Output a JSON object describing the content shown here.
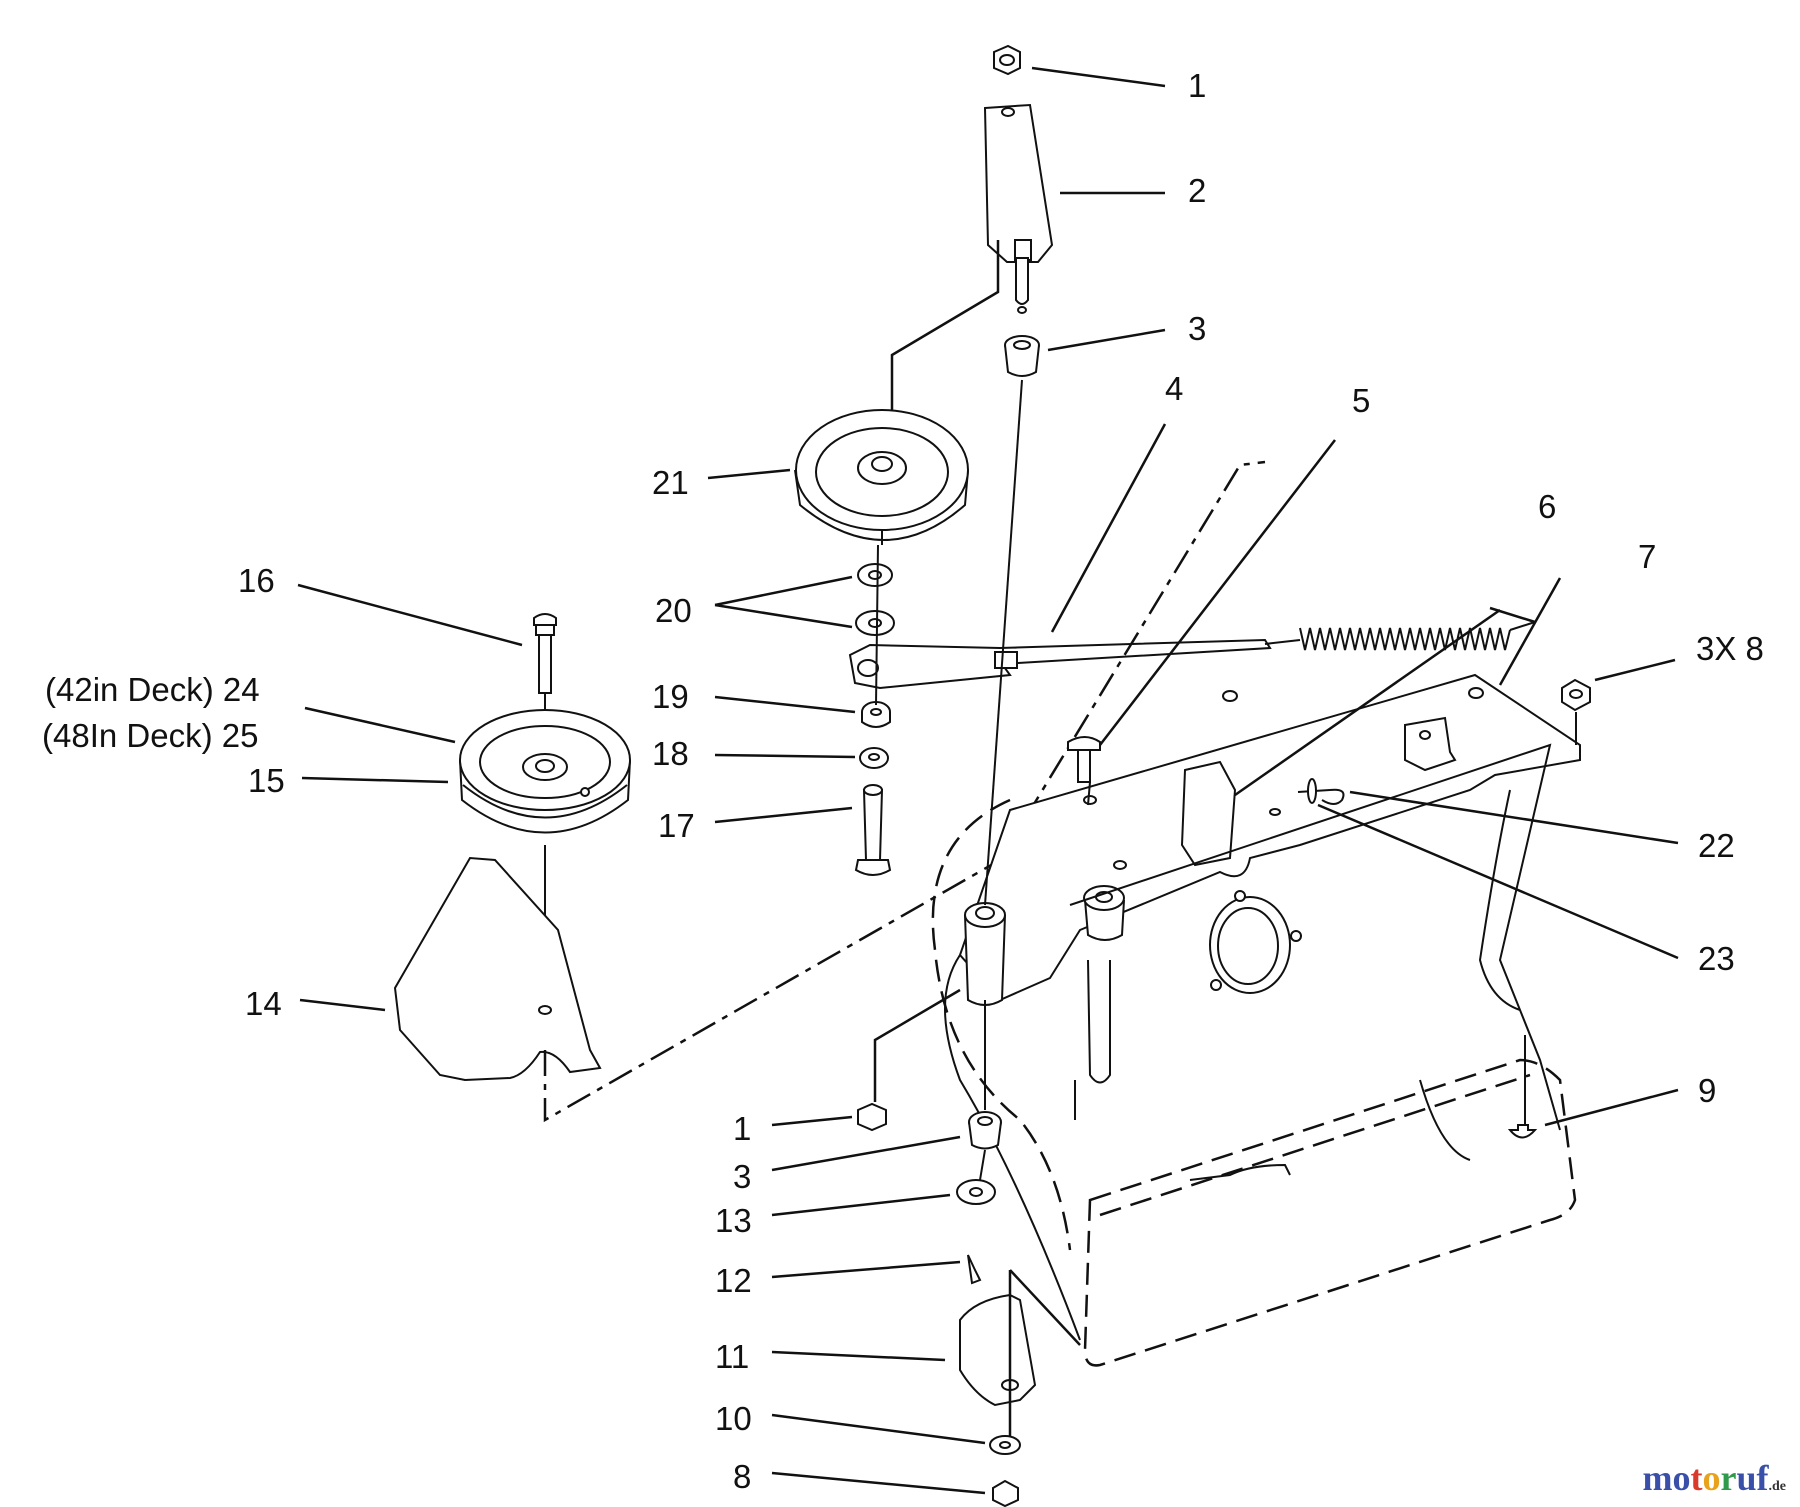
{
  "callouts": [
    {
      "id": "c1a",
      "text": "1"
    },
    {
      "id": "c2",
      "text": "2"
    },
    {
      "id": "c3a",
      "text": "3"
    },
    {
      "id": "c4",
      "text": "4"
    },
    {
      "id": "c5",
      "text": "5"
    },
    {
      "id": "c6",
      "text": "6"
    },
    {
      "id": "c7",
      "text": "7"
    },
    {
      "id": "c3x8",
      "text": "3X 8"
    },
    {
      "id": "c21",
      "text": "21"
    },
    {
      "id": "c16",
      "text": "16"
    },
    {
      "id": "c20",
      "text": "20"
    },
    {
      "id": "c24",
      "text": "(42in Deck) 24"
    },
    {
      "id": "c25",
      "text": "(48In Deck) 25"
    },
    {
      "id": "c19",
      "text": "19"
    },
    {
      "id": "c15",
      "text": "15"
    },
    {
      "id": "c18",
      "text": "18"
    },
    {
      "id": "c17",
      "text": "17"
    },
    {
      "id": "c22",
      "text": "22"
    },
    {
      "id": "c23",
      "text": "23"
    },
    {
      "id": "c14",
      "text": "14"
    },
    {
      "id": "c9",
      "text": "9"
    },
    {
      "id": "c1b",
      "text": "1"
    },
    {
      "id": "c3b",
      "text": "3"
    },
    {
      "id": "c13",
      "text": "13"
    },
    {
      "id": "c12",
      "text": "12"
    },
    {
      "id": "c11",
      "text": "11"
    },
    {
      "id": "c10",
      "text": "10"
    },
    {
      "id": "c8",
      "text": "8"
    }
  ],
  "watermark": {
    "m1": "mo",
    "m2": "t",
    "m3": "o",
    "m4": "r",
    "m5": "uf",
    "suffix": ".de"
  }
}
